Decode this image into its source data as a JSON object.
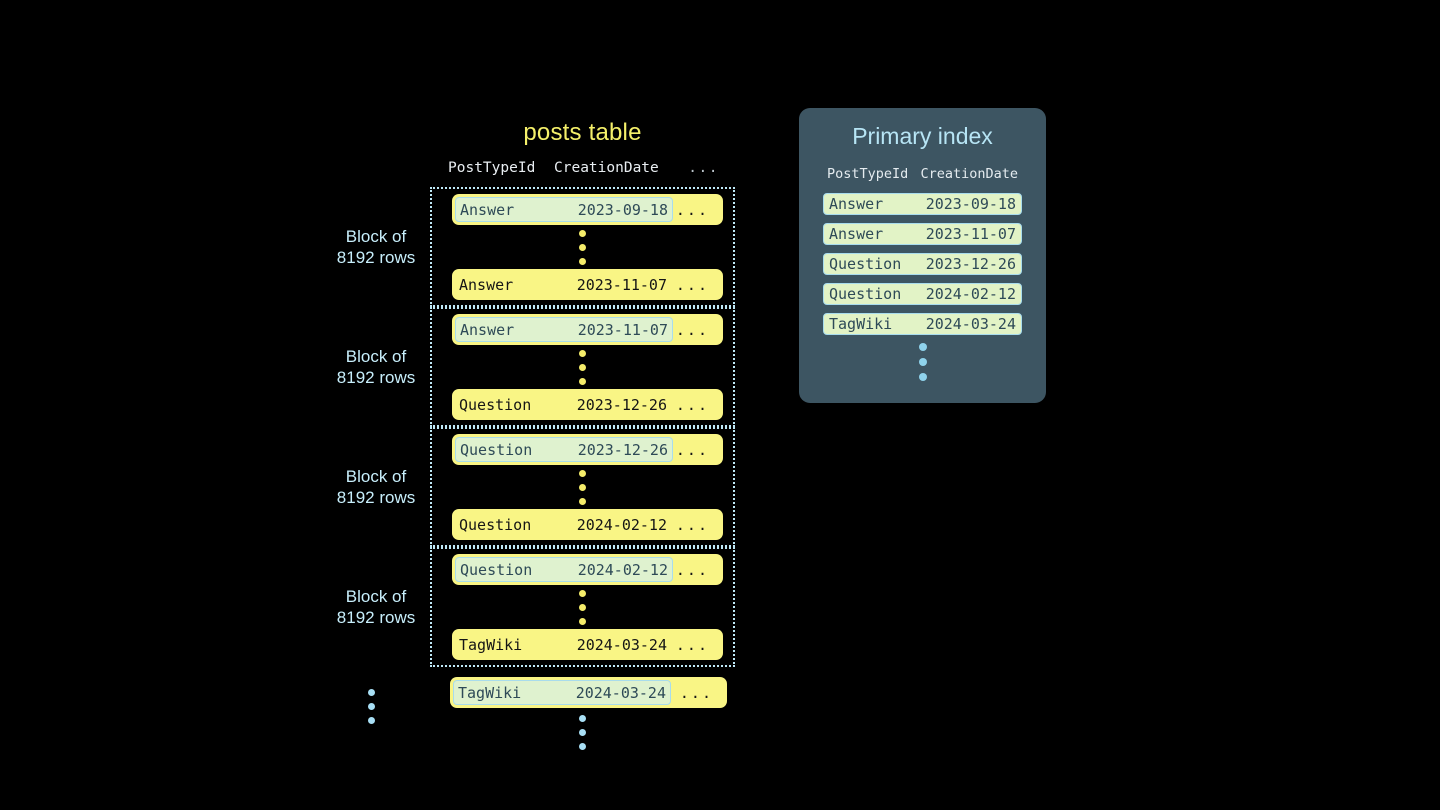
{
  "posts_table": {
    "title": "posts table",
    "columns": {
      "post_type_id": "PostTypeId",
      "creation_date": "CreationDate",
      "more": "..."
    },
    "row_more": "...",
    "blocks": [
      {
        "label_line1": "Block of",
        "label_line2": "8192 rows",
        "first_row": {
          "post_type_id": "Answer",
          "creation_date": "2023-09-18",
          "more": "...",
          "highlighted": true
        },
        "last_row": {
          "post_type_id": "Answer",
          "creation_date": "2023-11-07",
          "more": "...",
          "highlighted": false
        }
      },
      {
        "label_line1": "Block of",
        "label_line2": "8192 rows",
        "first_row": {
          "post_type_id": "Answer",
          "creation_date": "2023-11-07",
          "more": "...",
          "highlighted": true
        },
        "last_row": {
          "post_type_id": "Question",
          "creation_date": "2023-12-26",
          "more": "...",
          "highlighted": false
        }
      },
      {
        "label_line1": "Block of",
        "label_line2": "8192 rows",
        "first_row": {
          "post_type_id": "Question",
          "creation_date": "2023-12-26",
          "more": "...",
          "highlighted": true
        },
        "last_row": {
          "post_type_id": "Question",
          "creation_date": "2024-02-12",
          "more": "...",
          "highlighted": false
        }
      },
      {
        "label_line1": "Block of",
        "label_line2": "8192 rows",
        "first_row": {
          "post_type_id": "Question",
          "creation_date": "2024-02-12",
          "more": "...",
          "highlighted": true
        },
        "last_row": {
          "post_type_id": "TagWiki",
          "creation_date": "2024-03-24",
          "more": "...",
          "highlighted": false
        }
      }
    ],
    "trailing_row": {
      "post_type_id": "TagWiki",
      "creation_date": "2024-03-24",
      "more": "...",
      "highlighted": true
    }
  },
  "primary_index": {
    "title": "Primary index",
    "columns": {
      "post_type_id": "PostTypeId",
      "creation_date": "CreationDate"
    },
    "entries": [
      {
        "post_type_id": "Answer",
        "creation_date": "2023-09-18"
      },
      {
        "post_type_id": "Answer",
        "creation_date": "2023-11-07"
      },
      {
        "post_type_id": "Question",
        "creation_date": "2023-12-26"
      },
      {
        "post_type_id": "Question",
        "creation_date": "2024-02-12"
      },
      {
        "post_type_id": "TagWiki",
        "creation_date": "2024-03-24"
      }
    ]
  },
  "colors": {
    "background": "#000000",
    "row_yellow": "#f9f585",
    "highlight_green": "#dff2cf",
    "highlight_border": "#a8dced",
    "accent_blue": "#c7eefb",
    "title_yellow": "#f5f06a",
    "panel_slate": "#3d5562",
    "dot_yellow": "#f5ed6a",
    "dot_blue": "#8fd3ec"
  }
}
